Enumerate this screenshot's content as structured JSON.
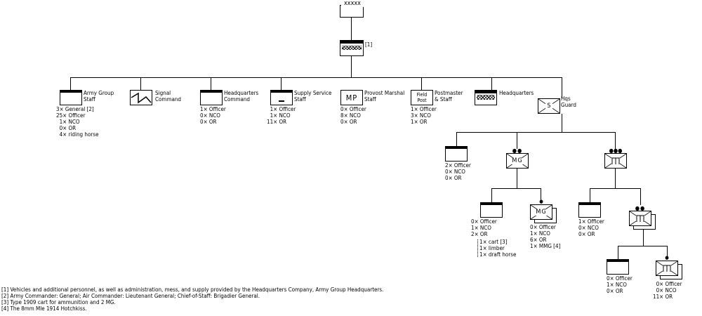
{
  "army_group": {
    "mark": "xxxxx"
  },
  "hq_company": {
    "note": "[1]"
  },
  "units": {
    "staff": {
      "label": "Army Group\nStaff",
      "strength": "3× General [2]\n25× Officer\n  1× NCO\n  0× OR\n  4× riding horse"
    },
    "signal": {
      "label": "Signal\nCommand"
    },
    "hq_command": {
      "label": "Headquarters\nCommand",
      "strength": "1× Officer\n0× NCO\n0× OR"
    },
    "supply": {
      "label": "Supply Service\nStaff",
      "strength": "  1× Officer\n  1× NCO\n11× OR"
    },
    "provost": {
      "label": "Provost Marshal\nStaff",
      "symbol": "MP",
      "strength": "0× Officer\n8× NCO\n0× OR"
    },
    "postmaster": {
      "label": "Postmaster\n& Staff",
      "symbol": "Field\nPost",
      "strength": "1× Officer\n3× NCO\n1× OR"
    },
    "headquarters": {
      "label": "Headquarters"
    },
    "hqs_guard": {
      "label": "Hqs\nGuard",
      "symbol": "S"
    },
    "guard_hq": {
      "strength": "2× Officer\n0× NCO\n0× OR"
    },
    "mg_company": {
      "symbol": "MG",
      "dots": "●●"
    },
    "inf_battalion": {
      "dots": "●●●"
    },
    "mg_hq": {
      "strength": "0× Officer\n1× NCO\n2× OR",
      "equipment": "1× cart [3]\n1× limber\n1× draft horse"
    },
    "mg_section": {
      "symbol": "MG",
      "dots": "●",
      "strength": "0× Officer\n1× NCO\n6× OR\n1× MMG [4]"
    },
    "bn_hq": {
      "strength": "1× Officer\n0× NCO\n0× OR"
    },
    "inf_company": {
      "dots": "●●"
    },
    "coy_hq": {
      "strength": "0× Officer\n1× NCO\n0× OR"
    },
    "inf_section": {
      "dots": "●",
      "strength": "  0× Officer\n  0× NCO\n11× OR"
    }
  },
  "footnotes": [
    "[1] Vehicles and additional personnel, as well as administration, mess, and supply provided by the Headquarters Company, Army Group Headquarters.",
    "[2] Army Commander: General; Air Commander: Lieutenant General; Chief-of-Staff: Brigadier General.",
    "[3] Type 1909 cart for ammunition and 2 MG.",
    "[4] The 8mm Mle 1914 Hotchkiss."
  ]
}
